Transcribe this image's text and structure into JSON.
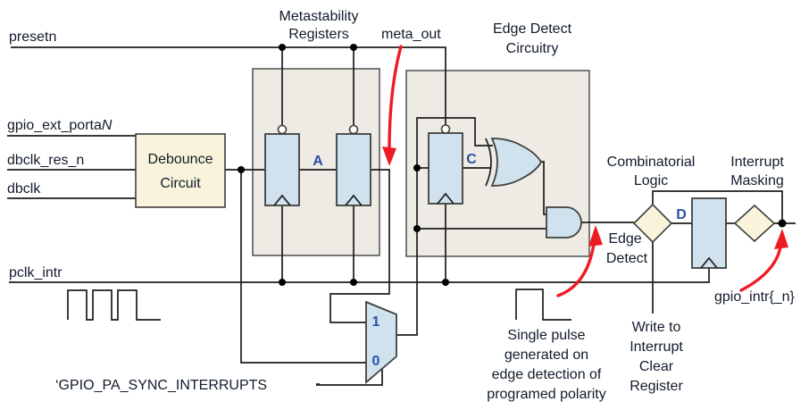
{
  "colors": {
    "wire": "#1c1c1c",
    "red_arrow": "#ed1c24",
    "region_fill": "#edebe3",
    "logic_fill": "#cfe2ee",
    "cream_fill": "#f8f3da",
    "label_text": "#111c2b",
    "net_label_text": "#2b4fa5"
  },
  "signals": {
    "presetn": "presetn",
    "gpio_ext_porta_base": "gpio_ext_porta",
    "gpio_ext_porta_suffix": "N",
    "dbclk_res_n": "dbclk_res_n",
    "dbclk": "dbclk",
    "pclk_intr": "pclk_intr",
    "meta_out": "meta_out",
    "gpio_intr": "gpio_intr{_n}",
    "sync_select_macro": "‘GPIO_PA_SYNC_INTERRUPTS"
  },
  "blocks": {
    "debounce": {
      "line1": "Debounce",
      "line2": "Circuit"
    },
    "metastability": {
      "line1": "Metastability",
      "line2": "Registers"
    },
    "edge_detect_circuitry": {
      "line1": "Edge Detect",
      "line2": "Circuitry"
    },
    "combinatorial": {
      "line1": "Combinatorial",
      "line2": "Logic"
    },
    "interrupt_masking": {
      "line1": "Interrupt",
      "line2": "Masking"
    }
  },
  "net_labels": {
    "a": "A",
    "c": "C",
    "d": "D",
    "mux_1": "1",
    "mux_0": "0"
  },
  "annotations": {
    "edge_detect": {
      "line1": "Edge",
      "line2": "Detect"
    },
    "write_clear": {
      "line1": "Write to",
      "line2": "Interrupt",
      "line3": "Clear",
      "line4": "Register"
    },
    "single_pulse": {
      "line1": "Single pulse",
      "line2": "generated on",
      "line3": "edge detection of",
      "line4": "programed polarity"
    }
  }
}
